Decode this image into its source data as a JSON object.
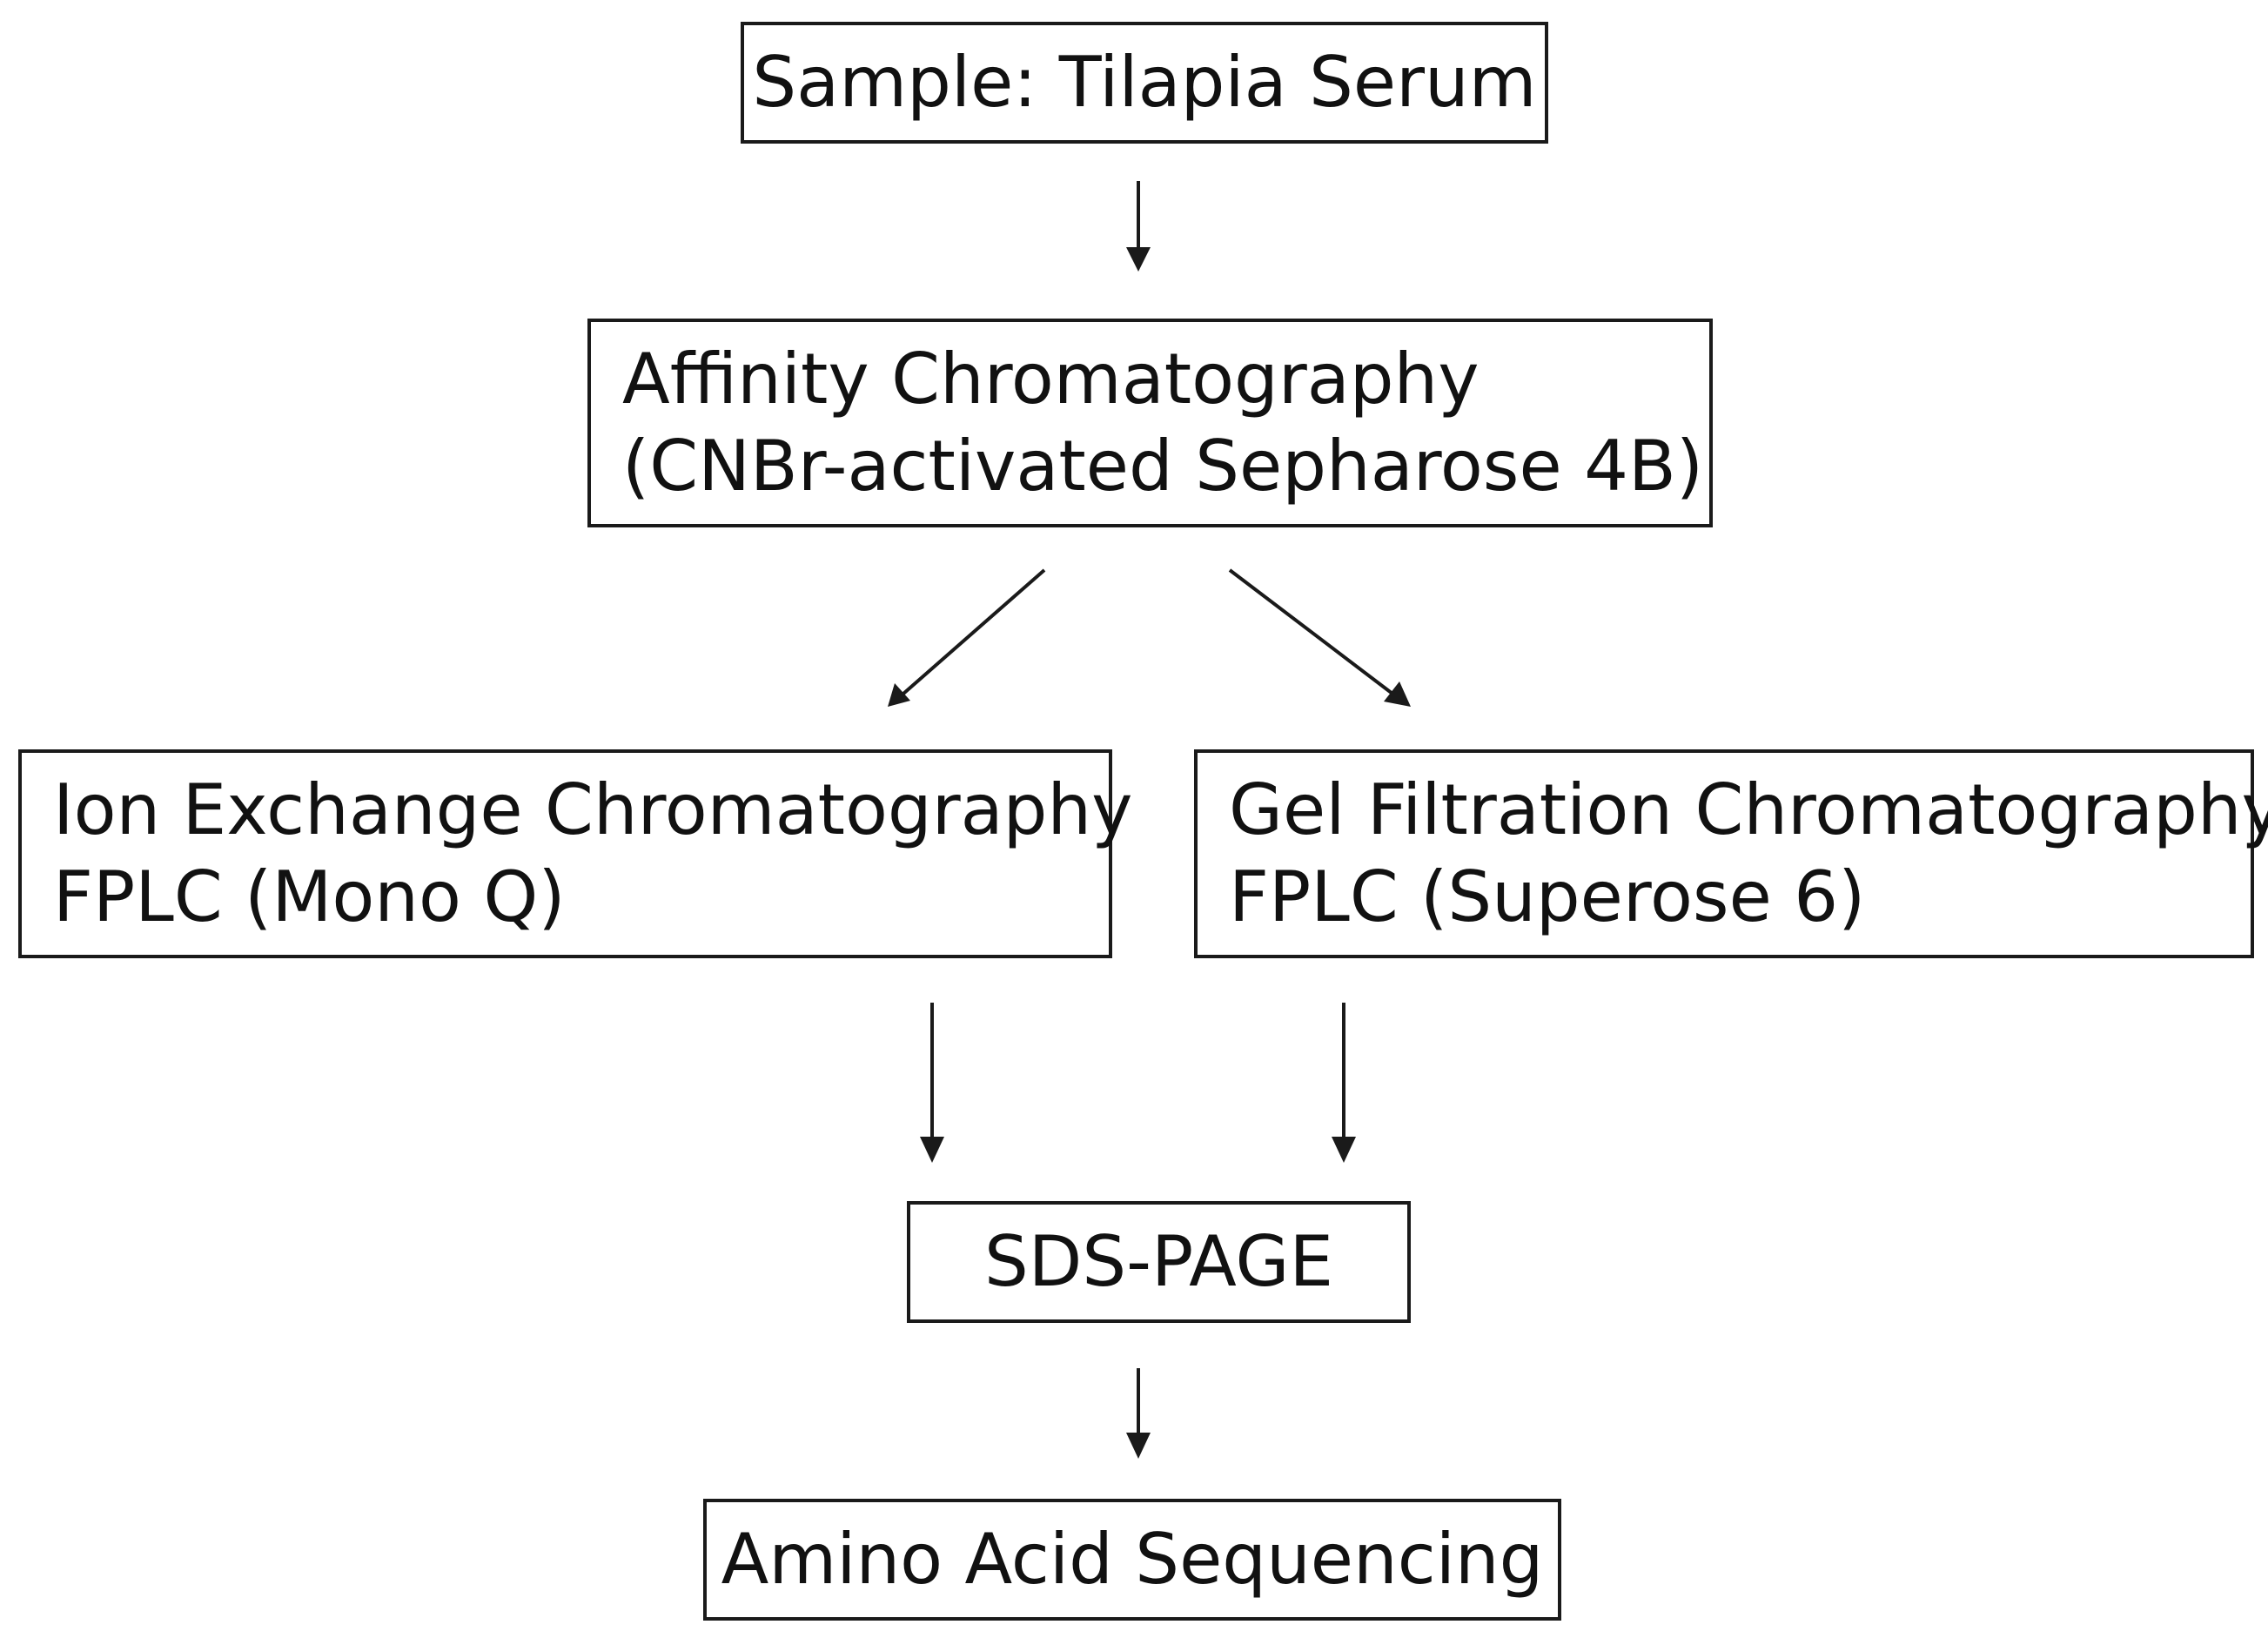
{
  "nodes": {
    "sample": {
      "label": "Sample: Tilapia Serum"
    },
    "affinity": {
      "line1": "Affinity Chromatography",
      "line2": "(CNBr-activated Sepharose 4B)"
    },
    "ion_exchange": {
      "line1": "Ion Exchange Chromatography",
      "line2": "FPLC (Mono Q)"
    },
    "gel_filtration": {
      "line1": "Gel Filtration Chromatography",
      "line2": "FPLC (Superose 6)"
    },
    "sds_page": {
      "label": "SDS-PAGE"
    },
    "sequencing": {
      "label": "Amino Acid Sequencing"
    }
  },
  "edges": [
    {
      "from": "sample",
      "to": "affinity"
    },
    {
      "from": "affinity",
      "to": "ion_exchange"
    },
    {
      "from": "affinity",
      "to": "gel_filtration"
    },
    {
      "from": "ion_exchange",
      "to": "sds_page"
    },
    {
      "from": "gel_filtration",
      "to": "sds_page"
    },
    {
      "from": "sds_page",
      "to": "sequencing"
    }
  ]
}
